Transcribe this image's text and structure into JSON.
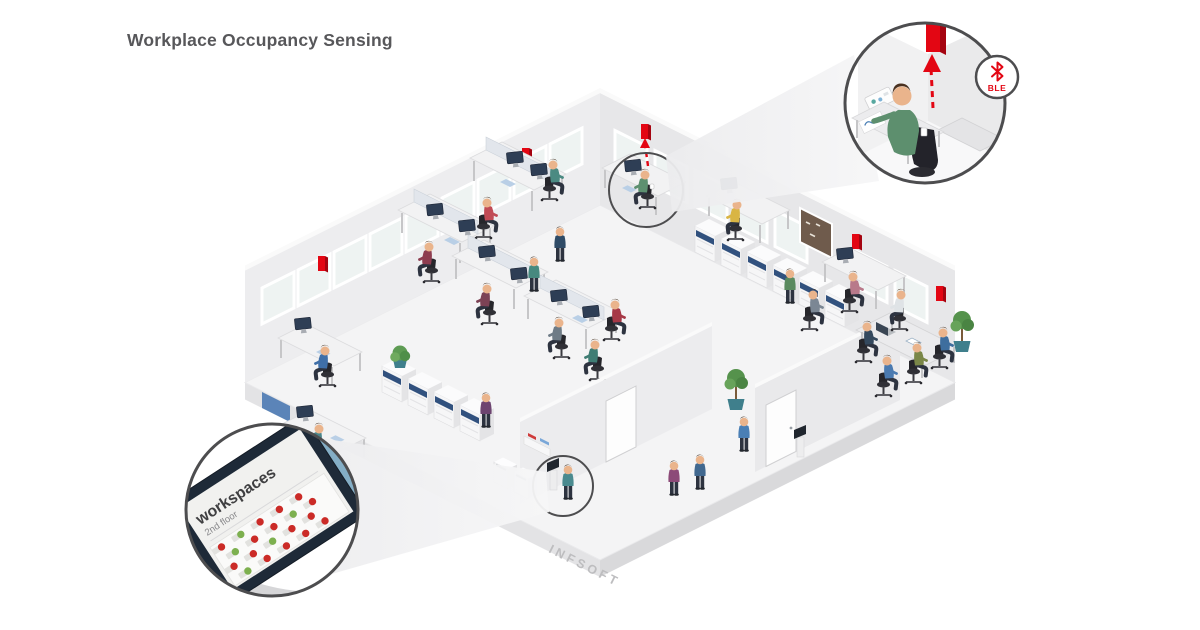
{
  "header": {
    "title": "Workplace Occupancy Sensing"
  },
  "brand": {
    "floor_edge_label": "infsoft"
  },
  "colors": {
    "beacon_red": "#e30613",
    "occupied_dot": "#cb2b27",
    "free_dot": "#7db04f",
    "callout_border": "#4d4d4f",
    "tablet_accent": "#84aec6"
  },
  "icons": {
    "bluetooth": "bluetooth-icon",
    "beacon": "ble-beacon-icon"
  },
  "callouts": {
    "ble_badge": {
      "label": "BLE"
    },
    "tablet": {
      "title": "workspaces",
      "subtitle": "2nd floor",
      "occupancy_grid": [
        "rgrrr",
        "grrgr",
        "rrgrr",
        "grrrr"
      ]
    }
  }
}
